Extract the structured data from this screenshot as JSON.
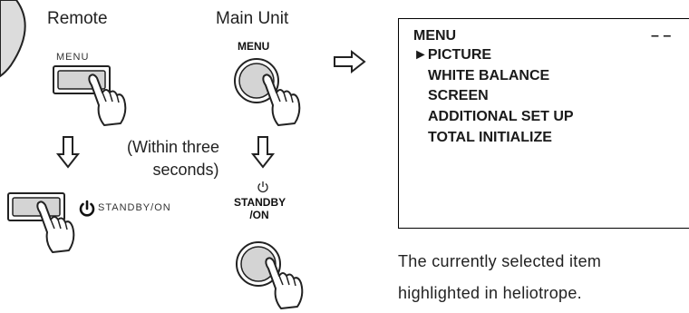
{
  "remote": {
    "title": "Remote",
    "menu_button_label": "MENU",
    "standby_label": "STANDBY/ON"
  },
  "main_unit": {
    "title": "Main Unit",
    "menu_button_label": "MENU",
    "standby_label_line1": "STANDBY",
    "standby_label_line2": "/ON"
  },
  "timing_note": {
    "line1": "(Within three",
    "line2": "seconds)"
  },
  "menu_screen": {
    "title": "MENU",
    "corner": "– –",
    "pointer": "►",
    "items": [
      "PICTURE",
      "WHITE BALANCE",
      "SCREEN",
      "ADDITIONAL SET UP",
      "TOTAL INITIALIZE"
    ]
  },
  "caption": {
    "line1": "The currently selected item",
    "line2": "highlighted in heliotrope."
  },
  "icons": {
    "down_arrow": "hollow-down-arrow-icon",
    "right_arrow": "hollow-right-arrow-icon",
    "hand": "pointing-hand-icon",
    "power": "power-icon"
  }
}
